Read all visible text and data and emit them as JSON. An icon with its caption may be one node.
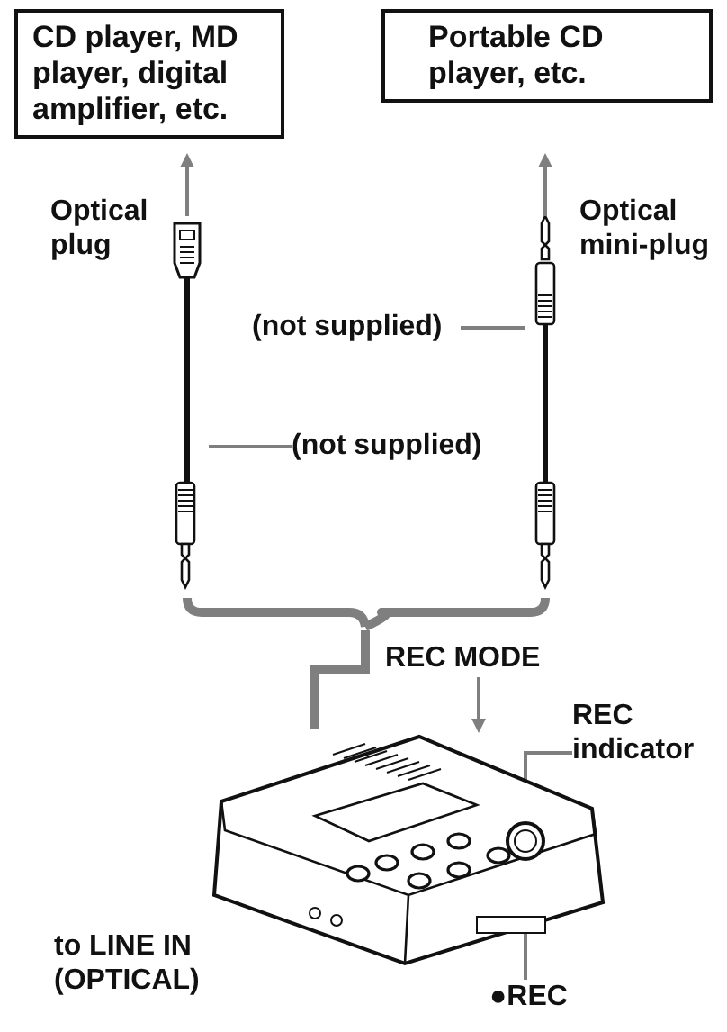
{
  "diagram": {
    "nodes": [
      {
        "text": [
          "CD player, MD player, digital amplifier, etc."
        ]
      },
      {
        "text": [
          "Portable CD player, etc."
        ]
      },
      {
        "text": [],
        "shape": "picture"
      },
      {
        "text": [],
        "shape": "picture"
      },
      {
        "text": [
          "(not supplied)"
        ]
      },
      {
        "text": [
          "(not supplied)"
        ]
      },
      {
        "text": [],
        "shape": "picture"
      },
      {
        "text": [
          "REC MODE"
        ]
      },
      {
        "text": [
          "REC indicator"
        ]
      },
      {
        "text": [
          "●REC"
        ]
      }
    ],
    "edges": [
      {
        "from": 2,
        "to": 0,
        "arrow": "to"
      },
      {
        "from": 3,
        "to": 1,
        "arrow": "to"
      },
      {
        "from": 4,
        "to": 3,
        "arrow": "none"
      },
      {
        "from": 5,
        "to": 2,
        "arrow": "none"
      },
      {
        "from": 2,
        "to": 6,
        "arrow": "none",
        "style": "thick"
      },
      {
        "from": 3,
        "to": 6,
        "arrow": "none",
        "style": "thick"
      },
      {
        "from": 7,
        "to": 6,
        "arrow": "to"
      },
      {
        "from": 8,
        "to": 6,
        "arrow": "none"
      },
      {
        "from": 9,
        "to": 6,
        "arrow": "none"
      }
    ],
    "labels": [
      "Optical plug",
      "Optical mini-plug",
      "to LINE IN (OPTICAL)"
    ]
  }
}
